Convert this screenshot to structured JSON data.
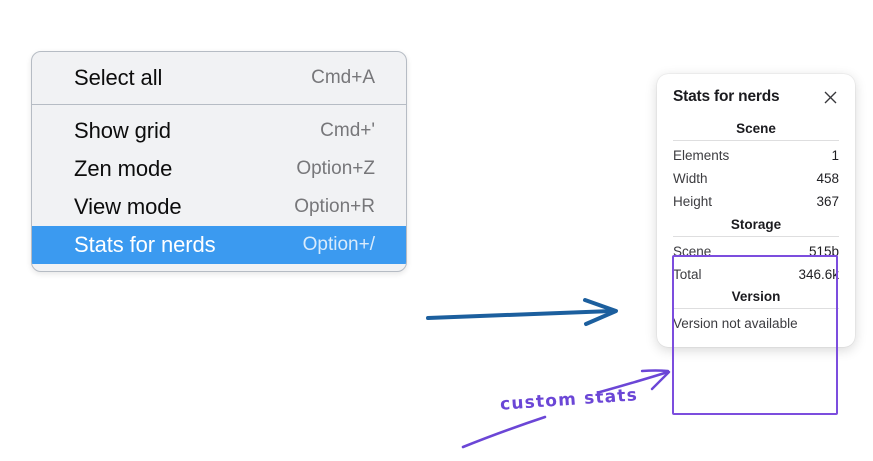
{
  "colors": {
    "menu_background": "#f1f2f4",
    "menu_border": "#b6bcc4",
    "selected_row": "#3b9af0",
    "annotation_purple": "#6b46d6",
    "highlight_border": "#7c4dde",
    "blue_arrow": "#1c5f9e",
    "panel_background": "#ffffff"
  },
  "context_menu": {
    "groups": [
      {
        "items": [
          {
            "label": "Select all",
            "shortcut": "Cmd+A",
            "selected": false
          }
        ]
      },
      {
        "items": [
          {
            "label": "Show grid",
            "shortcut": "Cmd+'",
            "selected": false
          },
          {
            "label": "Zen mode",
            "shortcut": "Option+Z",
            "selected": false
          },
          {
            "label": "View mode",
            "shortcut": "Option+R",
            "selected": false
          },
          {
            "label": "Stats for nerds",
            "shortcut": "Option+/",
            "selected": true
          }
        ]
      }
    ]
  },
  "stats_panel": {
    "title": "Stats for nerds",
    "close_icon": "close-icon",
    "sections": [
      {
        "title": "Scene",
        "rows": [
          {
            "label": "Elements",
            "value": "1"
          },
          {
            "label": "Width",
            "value": "458"
          },
          {
            "label": "Height",
            "value": "367"
          }
        ]
      },
      {
        "title": "Storage",
        "rows": [
          {
            "label": "Scene",
            "value": "515b"
          },
          {
            "label": "Total",
            "value": "346.6k"
          }
        ]
      },
      {
        "title": "Version",
        "note": "Version not available",
        "rows": []
      }
    ]
  },
  "annotations": {
    "custom_stats_label": "custom stats",
    "blue_arrow_name": "flow-arrow",
    "purple_arrow_name": "callout-arrow"
  }
}
